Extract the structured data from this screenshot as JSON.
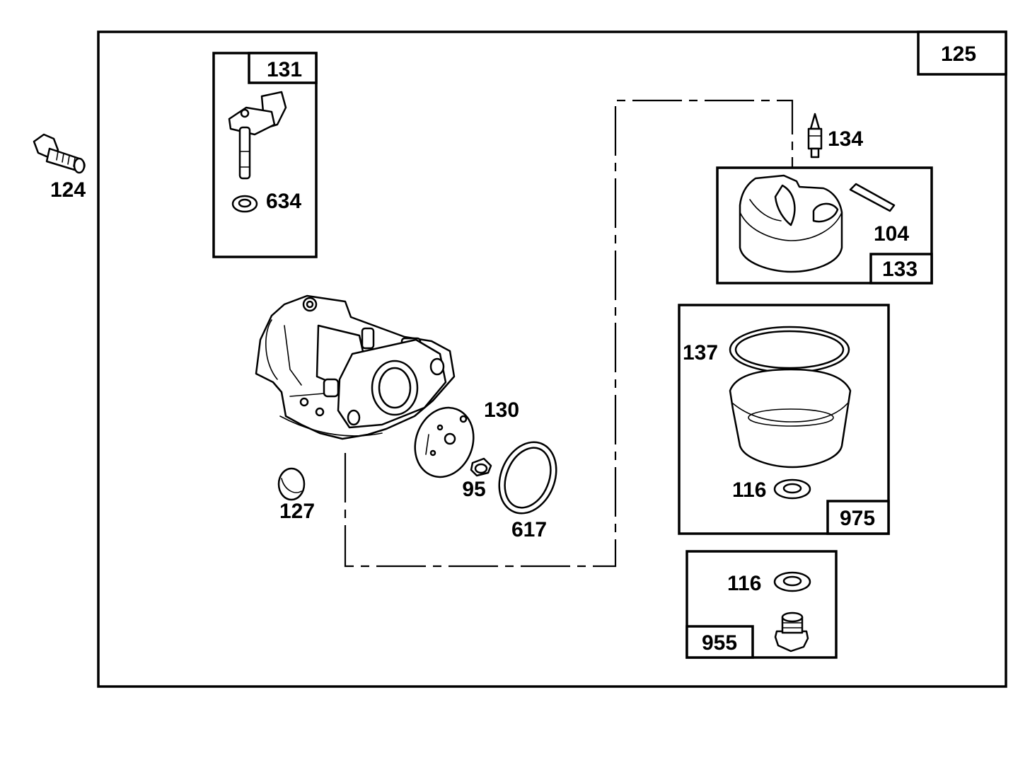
{
  "assembly": {
    "number": "125"
  },
  "kits": {
    "k131": {
      "number": "131"
    },
    "k133": {
      "number": "133"
    },
    "k975": {
      "number": "975"
    },
    "k955": {
      "number": "955"
    }
  },
  "parts": {
    "p124": "124",
    "p634": "634",
    "p134": "134",
    "p104": "104",
    "p137": "137",
    "p116a": "116",
    "p116b": "116",
    "p130": "130",
    "p95": "95",
    "p127": "127",
    "p617": "617"
  }
}
